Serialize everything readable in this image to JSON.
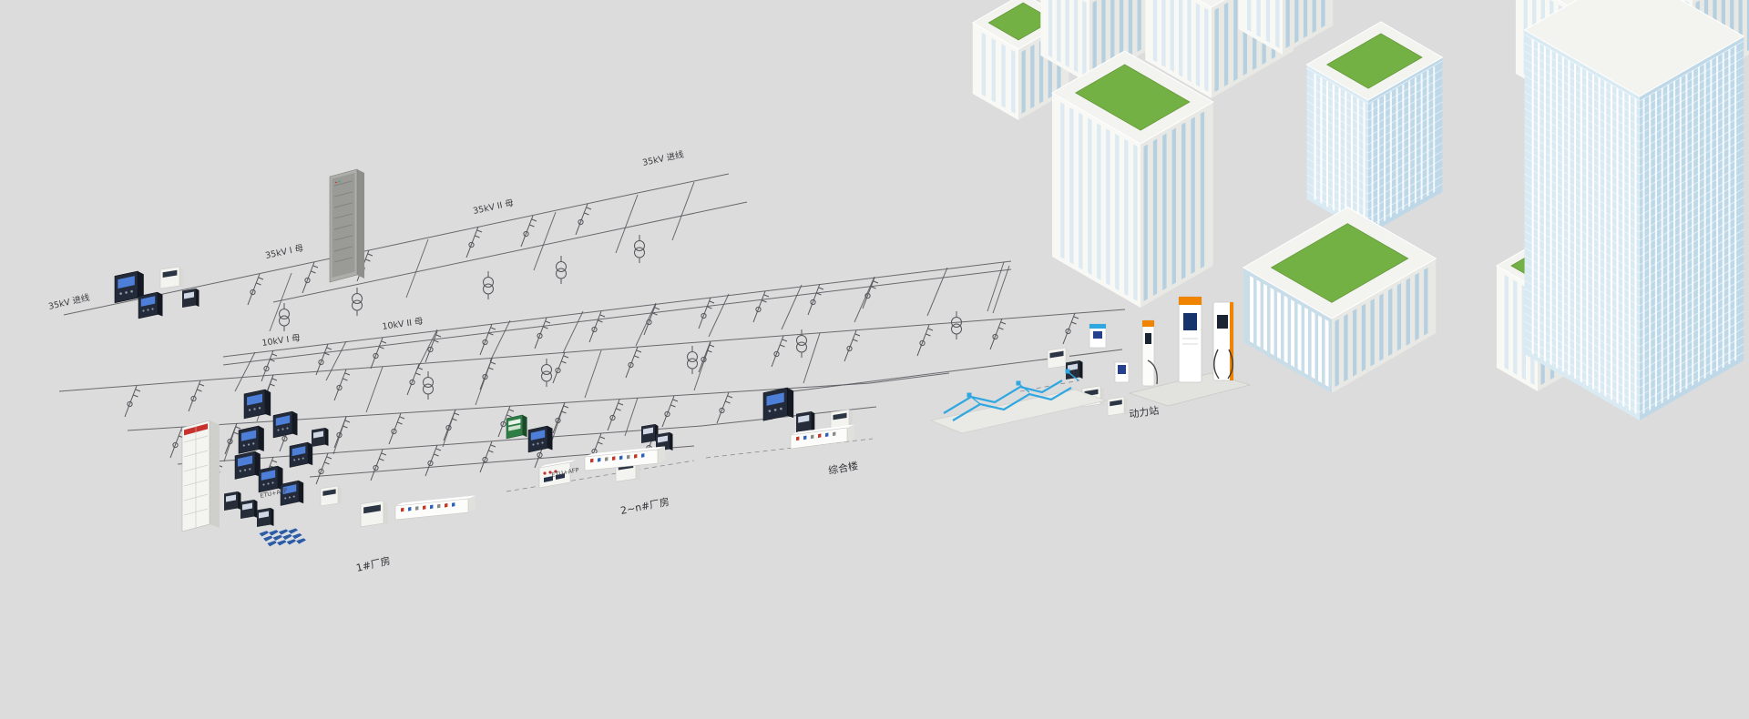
{
  "scene": {
    "background": "#dcdcdd",
    "description": "isometric-power-distribution-one-line-diagram-with-campus-buildings"
  },
  "colors": {
    "line": "#55565a",
    "roof_green": "#74b144",
    "window_blue": "#bfd8e8",
    "accent_orange": "#f08300",
    "alarm_red": "#c8322e",
    "screen_blue": "#4d7ed8",
    "pipe_blue": "#2fa7e0",
    "solar_blue": "#2f5ba3",
    "cabinet_gray": "#adadaa"
  },
  "labels": {
    "incoming_35kv_left": "35kV 进线",
    "bus_35kv_1": "35kV I 母",
    "bus_35kv_2": "35kV II 母",
    "incoming_35kv_top": "35kV 进线",
    "bus_10kv_1": "10kV I 母",
    "bus_10kv_2": "10kV II 母",
    "factory_1": "1#厂房",
    "factory_2n": "2~n#厂房",
    "complex_building": "综合楼",
    "power_station": "动力站",
    "relay_tag_1": "ETU+AFP",
    "relay_tag_2": "ETU+AFP"
  }
}
